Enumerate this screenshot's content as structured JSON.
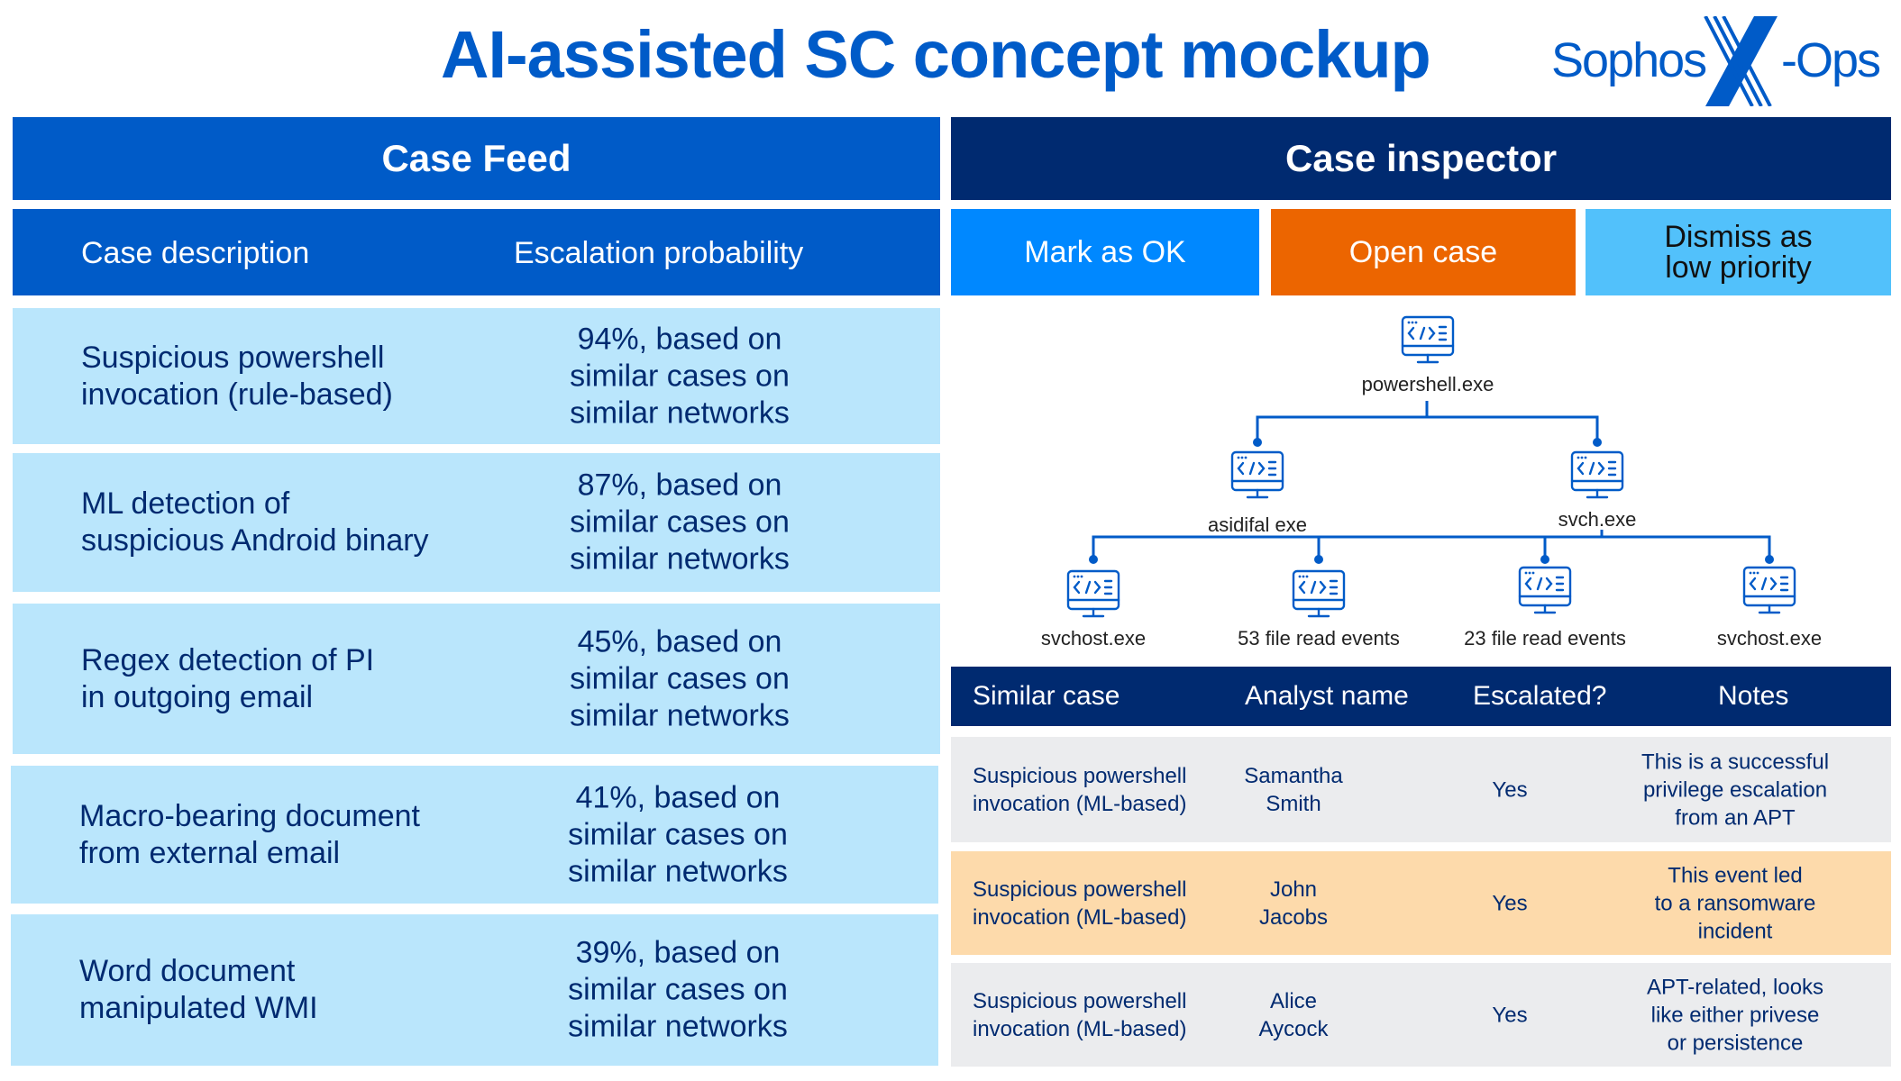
{
  "title": "AI-assisted SC concept mockup",
  "logo": {
    "left": "Sophos",
    "right": "-Ops",
    "mark": "X"
  },
  "colors": {
    "brand_blue": "#005BC8",
    "navy": "#002A70",
    "row_light_blue": "#BAE6FC",
    "mark_ok": "#0088FF",
    "open_case": "#EC6500",
    "dismiss": "#52C1FB",
    "row_gray": "#EBECEE",
    "row_highlight": "#FDDAAB"
  },
  "case_feed": {
    "title": "Case Feed",
    "columns": [
      "Case description",
      "Escalation probability"
    ],
    "rows": [
      {
        "description": "Suspicious powershell\ninvocation (rule-based)",
        "probability": "94%, based on\nsimilar cases on\nsimilar networks"
      },
      {
        "description": "ML detection of\nsuspicious Android binary",
        "probability": "87%, based on\nsimilar cases on\nsimilar networks"
      },
      {
        "description": "Regex detection of PI\nin outgoing email",
        "probability": "45%, based on\nsimilar cases on\nsimilar networks"
      },
      {
        "description": "Macro-bearing document\nfrom external email",
        "probability": "41%, based on\nsimilar cases on\nsimilar networks"
      },
      {
        "description": "Word document\nmanipulated WMI",
        "probability": "39%, based on\nsimilar cases on\nsimilar networks"
      }
    ]
  },
  "case_inspector": {
    "title": "Case inspector",
    "actions": {
      "mark_ok": "Mark as OK",
      "open_case": "Open case",
      "dismiss": "Dismiss as\nlow priority"
    },
    "process_tree": {
      "root": "powershell.exe",
      "children": [
        {
          "label": "asidifal exe",
          "icon": "code-monitor-icon"
        },
        {
          "label": "svch.exe",
          "icon": "code-monitor-icon"
        }
      ],
      "grandchildren": [
        {
          "label": "svchost.exe",
          "icon": "code-monitor-icon"
        },
        {
          "label": "53 file read events",
          "icon": "code-monitor-icon"
        },
        {
          "label": "23 file read events",
          "icon": "code-monitor-icon"
        },
        {
          "label": "svchost.exe",
          "icon": "code-monitor-icon"
        }
      ]
    },
    "similar_cases": {
      "columns": [
        "Similar case",
        "Analyst name",
        "Escalated?",
        "Notes"
      ],
      "rows": [
        {
          "case": "Suspicious powershell\ninvocation (ML-based)",
          "analyst": "Samantha\nSmith",
          "escalated": "Yes",
          "notes": "This is a successful\nprivilege escalation\nfrom an APT",
          "highlighted": false
        },
        {
          "case": "Suspicious powershell\ninvocation (ML-based)",
          "analyst": "John\nJacobs",
          "escalated": "Yes",
          "notes": "This event led\nto a ransomware\nincident",
          "highlighted": true
        },
        {
          "case": "Suspicious powershell\ninvocation (ML-based)",
          "analyst": "Alice\nAycock",
          "escalated": "Yes",
          "notes": "APT-related, looks\nlike either privese\nor persistence",
          "highlighted": false
        }
      ]
    }
  }
}
